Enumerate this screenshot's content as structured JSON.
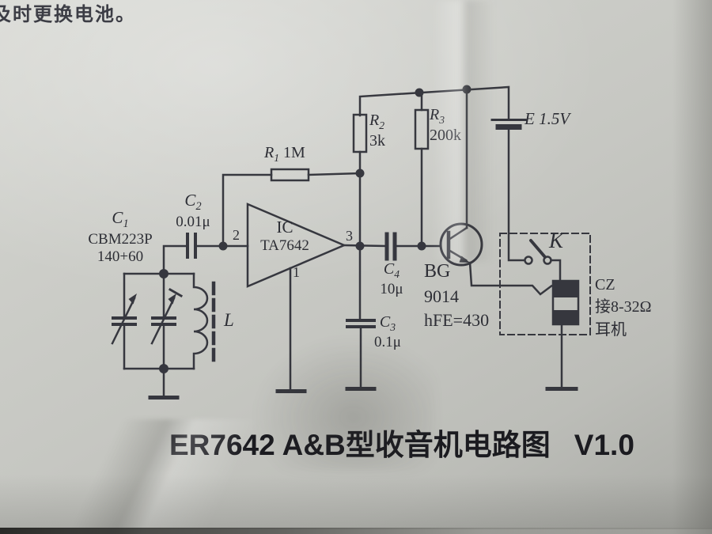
{
  "page": {
    "top_note": "及时更换电池。",
    "title": "ER7642 A&B型收音机电路图",
    "version": "V1.0"
  },
  "components": {
    "c1": {
      "ref": "C",
      "sub": "1",
      "model": "CBM223P",
      "value": "140+60"
    },
    "c2": {
      "ref": "C",
      "sub": "2",
      "value": "0.01μ"
    },
    "c3": {
      "ref": "C",
      "sub": "3",
      "value": "0.1μ"
    },
    "c4": {
      "ref": "C",
      "sub": "4",
      "value": "10μ"
    },
    "r1": {
      "ref": "R",
      "sub": "1",
      "value": "1M"
    },
    "r2": {
      "ref": "R",
      "sub": "2",
      "value": "3k"
    },
    "r3": {
      "ref": "R",
      "sub": "3",
      "value": "200k"
    },
    "battery": {
      "label": "E 1.5V"
    },
    "ic": {
      "name": "IC",
      "model": "TA7642",
      "pin1": "1",
      "pin2": "2",
      "pin3": "3"
    },
    "transistor": {
      "ref": "BG",
      "model": "9014",
      "hfe": "hFE=430"
    },
    "inductor": {
      "ref": "L"
    },
    "switch": {
      "ref": "K"
    },
    "jack": {
      "ref": "CZ",
      "spec": "接8-32Ω",
      "device": "耳机"
    }
  },
  "colors": {
    "ink": "#2f3038",
    "paper": "#c6c7c2"
  }
}
